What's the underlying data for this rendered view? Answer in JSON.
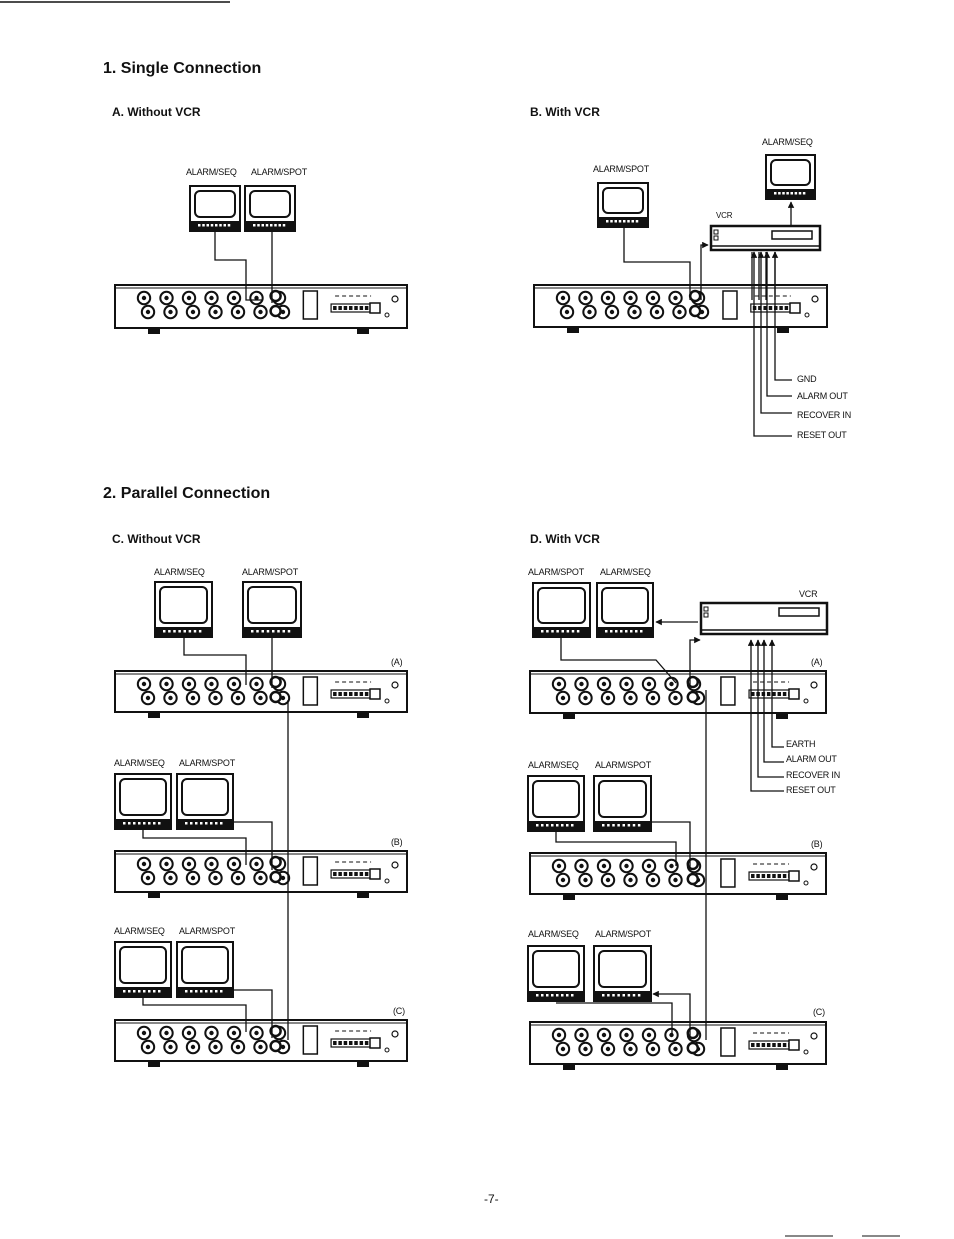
{
  "page": {
    "number": "-7-"
  },
  "sections": {
    "single": {
      "title": "1. Single Connection"
    },
    "parallel": {
      "title": "2. Parallel Connection"
    }
  },
  "diagrams": {
    "a": {
      "title": "A. Without VCR",
      "monitor_left": "ALARM/SEQ",
      "monitor_right": "ALARM/SPOT"
    },
    "b": {
      "title": "B. With VCR",
      "monitor_spot": "ALARM/SPOT",
      "monitor_seq": "ALARM/SEQ",
      "vcr": "VCR",
      "terminals": [
        "GND",
        "ALARM OUT",
        "RECOVER IN",
        "RESET OUT"
      ]
    },
    "c": {
      "title": "C. Without VCR",
      "monitor_left": "ALARM/SEQ",
      "monitor_right": "ALARM/SPOT",
      "row2_left": "ALARM/SEQ",
      "row2_right": "ALARM/SPOT",
      "row3_left": "ALARM/SEQ",
      "row3_right": "ALARM/SPOT",
      "unit_a": "(A)",
      "unit_b": "(B)",
      "unit_c": "(C)"
    },
    "d": {
      "title": "D. With VCR",
      "monitor_left": "ALARM/SPOT",
      "monitor_right": "ALARM/SEQ",
      "vcr": "VCR",
      "terminals": [
        "EARTH",
        "ALARM OUT",
        "RECOVER IN",
        "RESET OUT"
      ],
      "row2_left": "ALARM/SEQ",
      "row2_right": "ALARM/SPOT",
      "row3_left": "ALARM/SEQ",
      "row3_right": "ALARM/SPOT",
      "unit_a": "(A)",
      "unit_b": "(B)",
      "unit_c": "(C)"
    }
  },
  "colors": {
    "ink": "#111111",
    "paper": "#ffffff"
  }
}
